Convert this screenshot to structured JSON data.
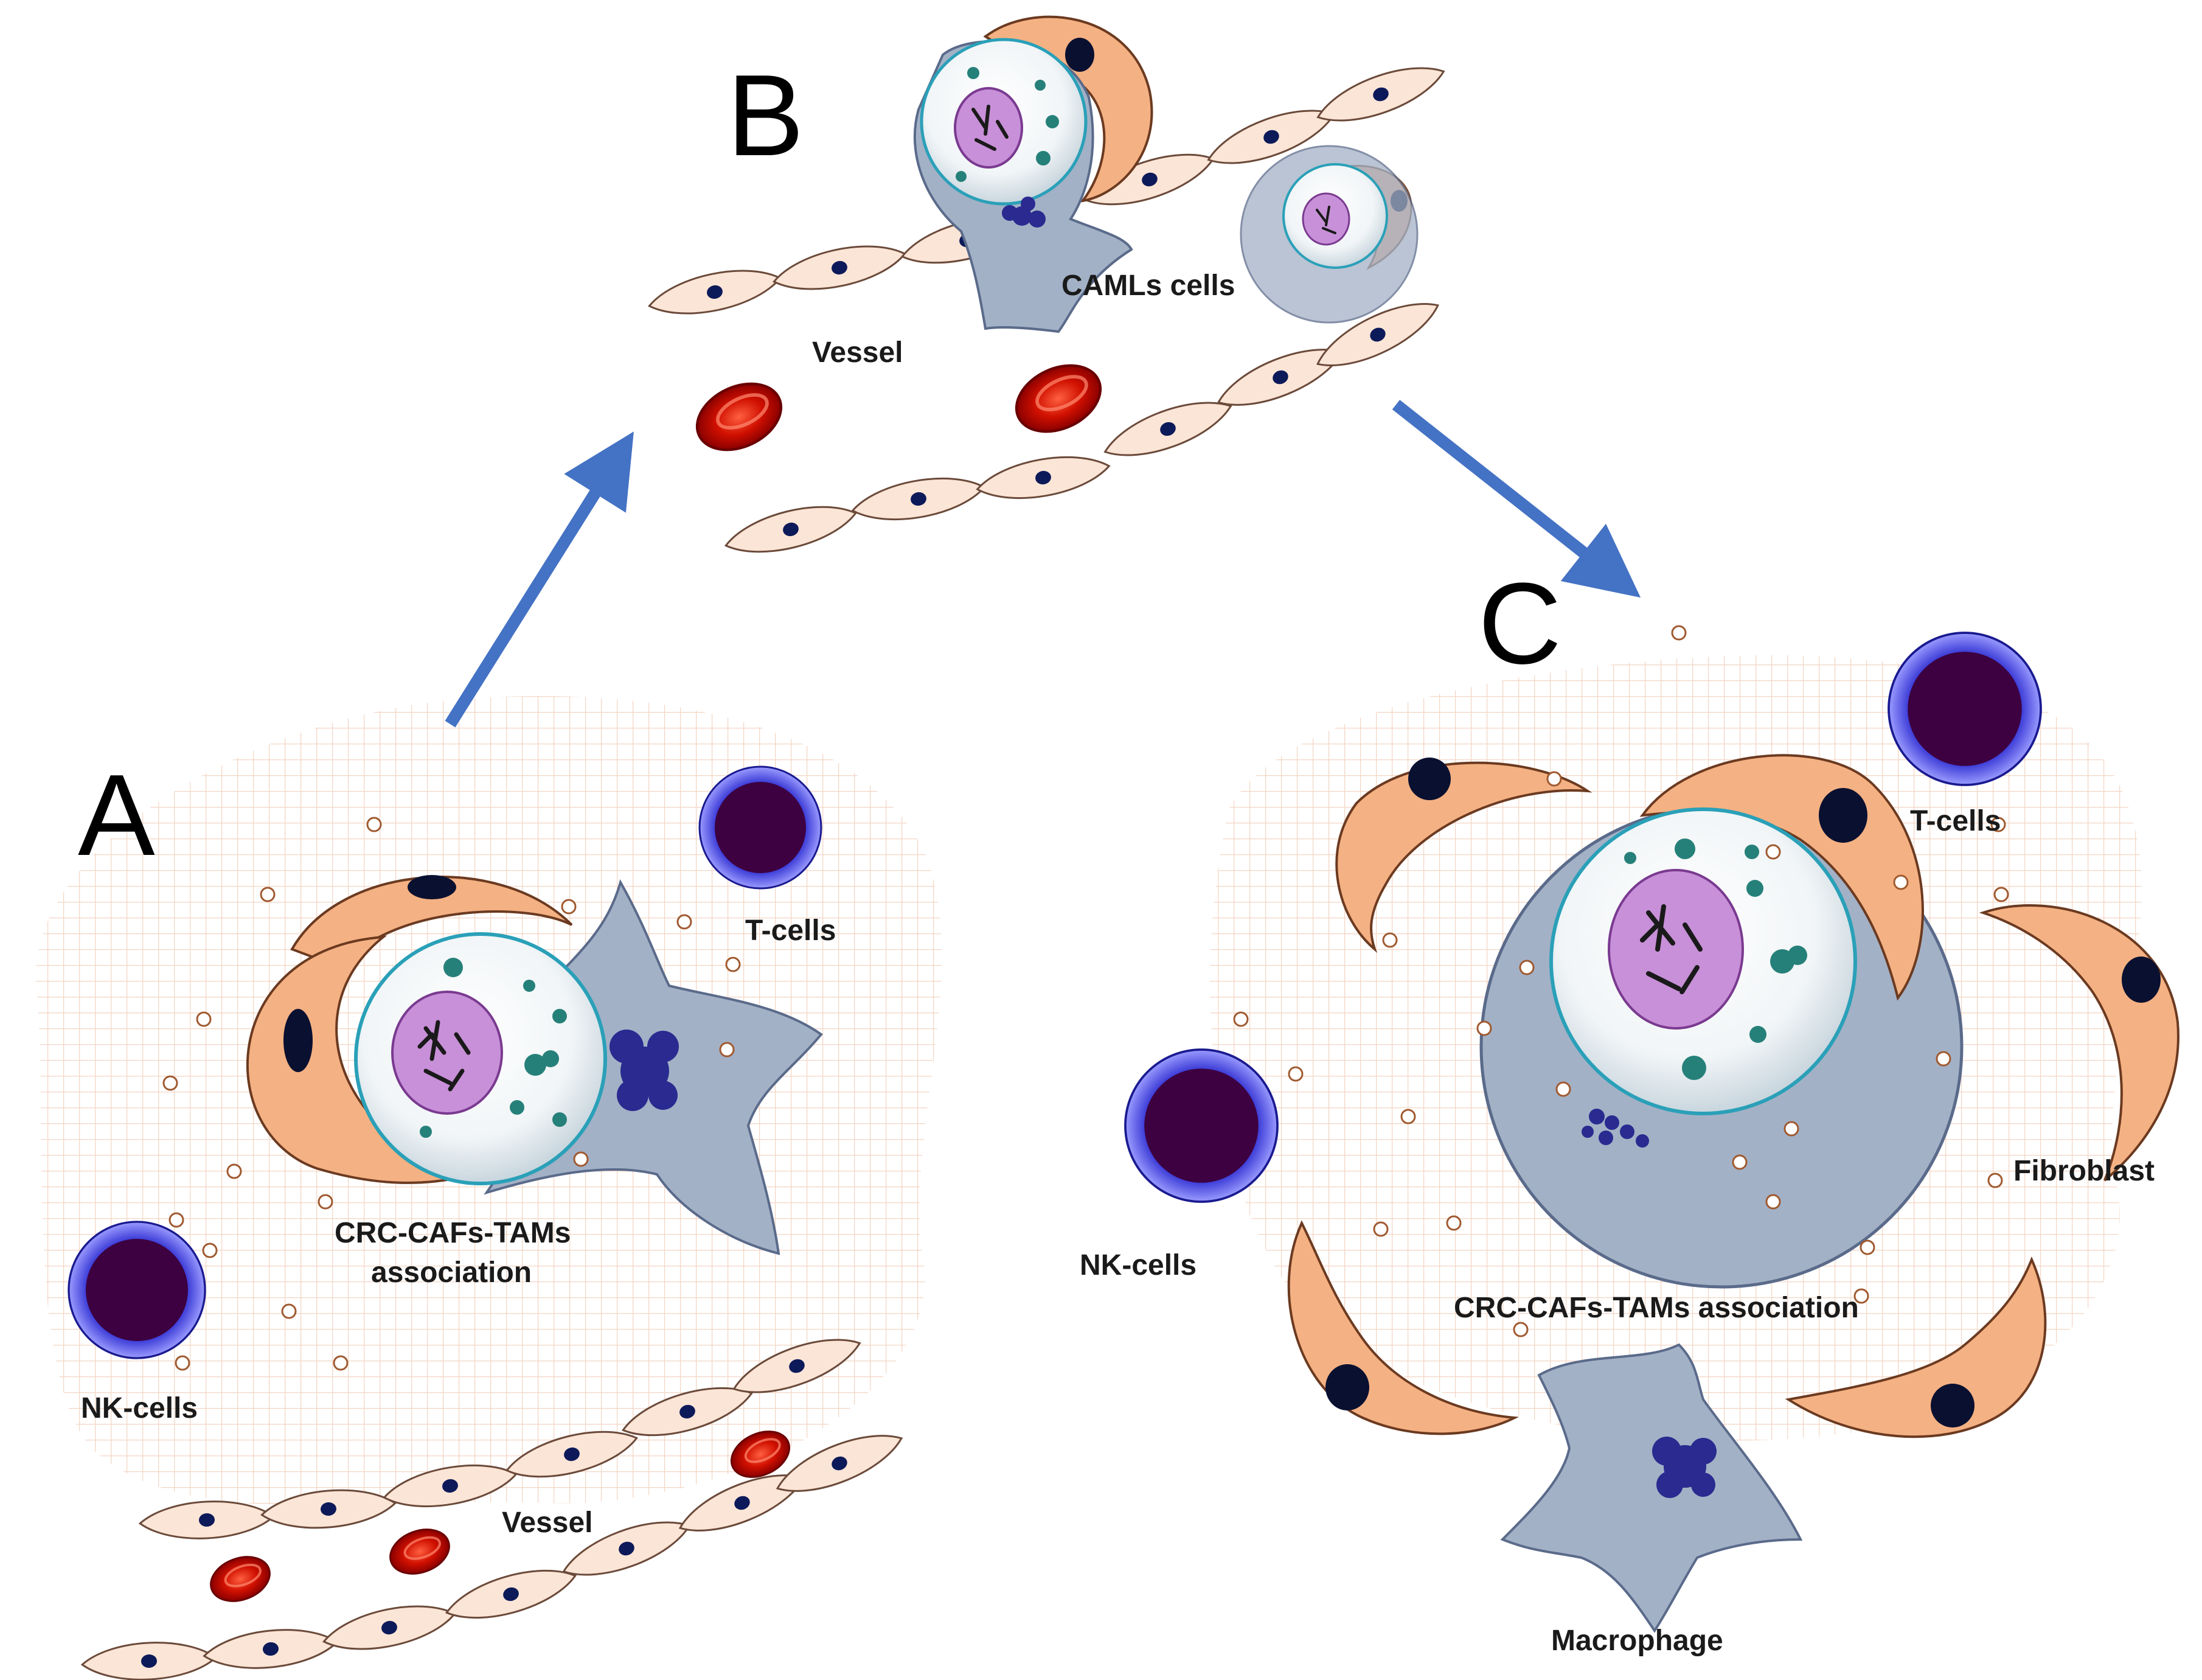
{
  "panels": {
    "a": "A",
    "b": "B",
    "c": "C"
  },
  "labels": {
    "vessel_b": "Vessel",
    "camls": "CAMLs cells",
    "tcells_a": "T-cells",
    "crc_a_line1": "CRC-CAFs-TAMs",
    "crc_a_line2": "association",
    "nk_a": "NK-cells",
    "vessel_a": "Vessel",
    "tcells_c": "T-cells",
    "nk_c": "NK-cells",
    "fibroblast": "Fibroblast",
    "crc_c": "CRC-CAFs-TAMs association",
    "macrophage": "Macrophage"
  },
  "colors": {
    "arrow": "#4472c4",
    "grid": "#f3d6c4",
    "endothelium_fill": "#fbe5d6",
    "fibroblast_fill": "#f4b183",
    "macrophage_fill": "#a3b1c6",
    "lymphocyte_ring": "#3a3ad8",
    "lymphocyte_core": "#3d0040",
    "nucleus_fill": "#c890d8",
    "red_cell": "#c00000",
    "granule": "#26807a"
  }
}
